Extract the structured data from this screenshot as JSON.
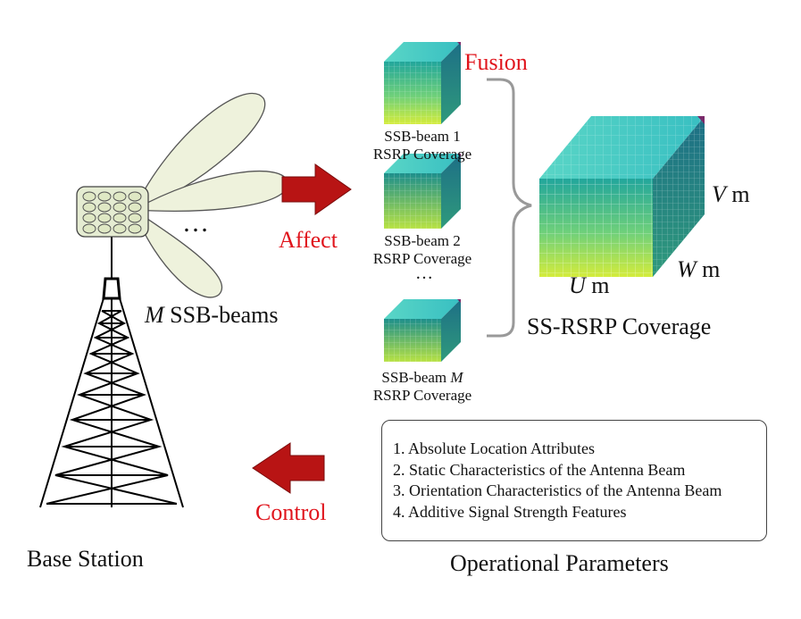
{
  "labels": {
    "fusion": "Fusion",
    "affect": "Affect",
    "control": "Control",
    "ssb_beams_var": "M",
    "ssb_beams": " SSB-beams",
    "ellipsis_beams": "…",
    "ellipsis_coverage": "…",
    "beam1_line1": "SSB-beam 1",
    "beam1_line2": "RSRP Coverage",
    "beam2_line1": "SSB-beam 2",
    "beam2_line2": "RSRP Coverage",
    "beamM_prefix": "SSB-beam ",
    "beamM_var": "M",
    "beamM_line2": "RSRP Coverage",
    "dim_v_var": "V",
    "dim_w_var": "W",
    "dim_u_var": "U",
    "dim_unit": " m",
    "ss_rsrp_coverage": "SS-RSRP Coverage",
    "base_station": "Base Station",
    "operational_parameters": "Operational Parameters"
  },
  "parameters": [
    "1. Absolute Location Attributes",
    "2. Static Characteristics of the Antenna Beam",
    "3. Orientation Characteristics of the Antenna Beam",
    "4. Additive Signal Strength Features"
  ],
  "colors": {
    "accent_red": "#e0141c",
    "arrow_red": "#b81414",
    "cube_top": "#3fd0c0",
    "cube_front_top": "#2ab8a0",
    "cube_front_bottom": "#c8e83a",
    "cube_side": "#1f7f8a",
    "antenna_panel": "#e5ecd2",
    "lobe_fill": "#eef2dc"
  }
}
